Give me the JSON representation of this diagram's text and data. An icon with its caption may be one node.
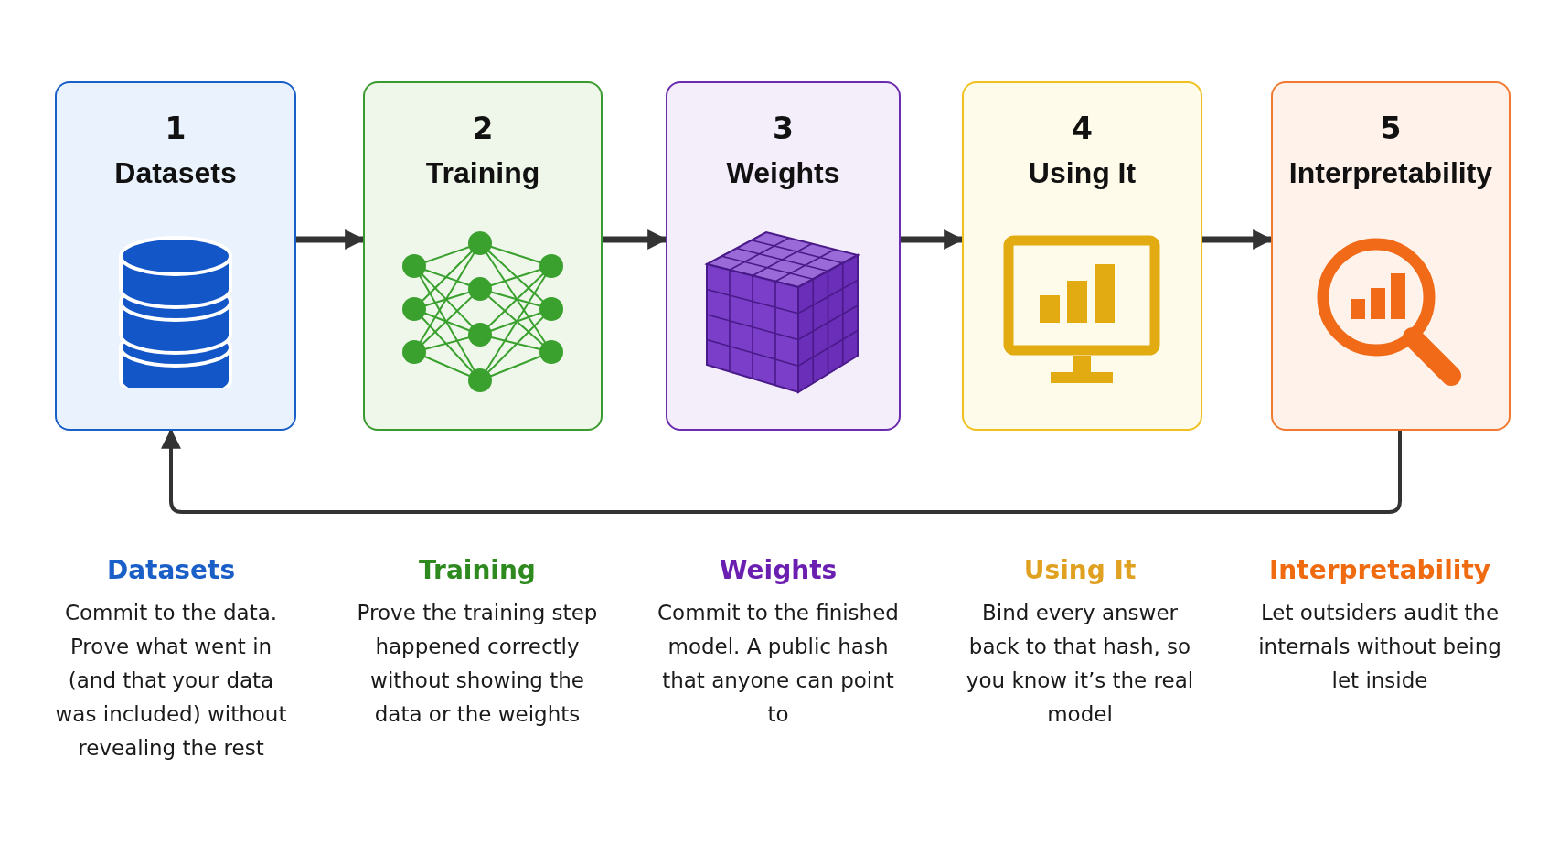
{
  "diagram": {
    "nodes": [
      {
        "text": [
          "1",
          "Datasets"
        ]
      },
      {
        "text": [
          "2",
          "Training"
        ]
      },
      {
        "text": [
          "3",
          "Weights"
        ]
      },
      {
        "text": [
          "4",
          "Using It"
        ]
      },
      {
        "text": [
          "5",
          "Interpretability"
        ]
      }
    ],
    "edges": [
      {
        "from": 0,
        "to": 1,
        "arrow": "to"
      },
      {
        "from": 1,
        "to": 2,
        "arrow": "to"
      },
      {
        "from": 2,
        "to": 3,
        "arrow": "to"
      },
      {
        "from": 3,
        "to": 4,
        "arrow": "to"
      },
      {
        "from": 4,
        "to": 0,
        "arrow": "to"
      }
    ],
    "labels": [
      "Datasets",
      "Commit to the data. Prove what went in (and that your data was included) without revealing the rest",
      "Training",
      "Prove the training step happened correctly without showing the data or the weights",
      "Weights",
      "Commit to the finished model. A public hash that anyone can point to",
      "Using It",
      "Bind every answer back to that hash, so you know it’s the real model",
      "Interpretability",
      "Let outsiders audit the internals without being let inside"
    ]
  }
}
